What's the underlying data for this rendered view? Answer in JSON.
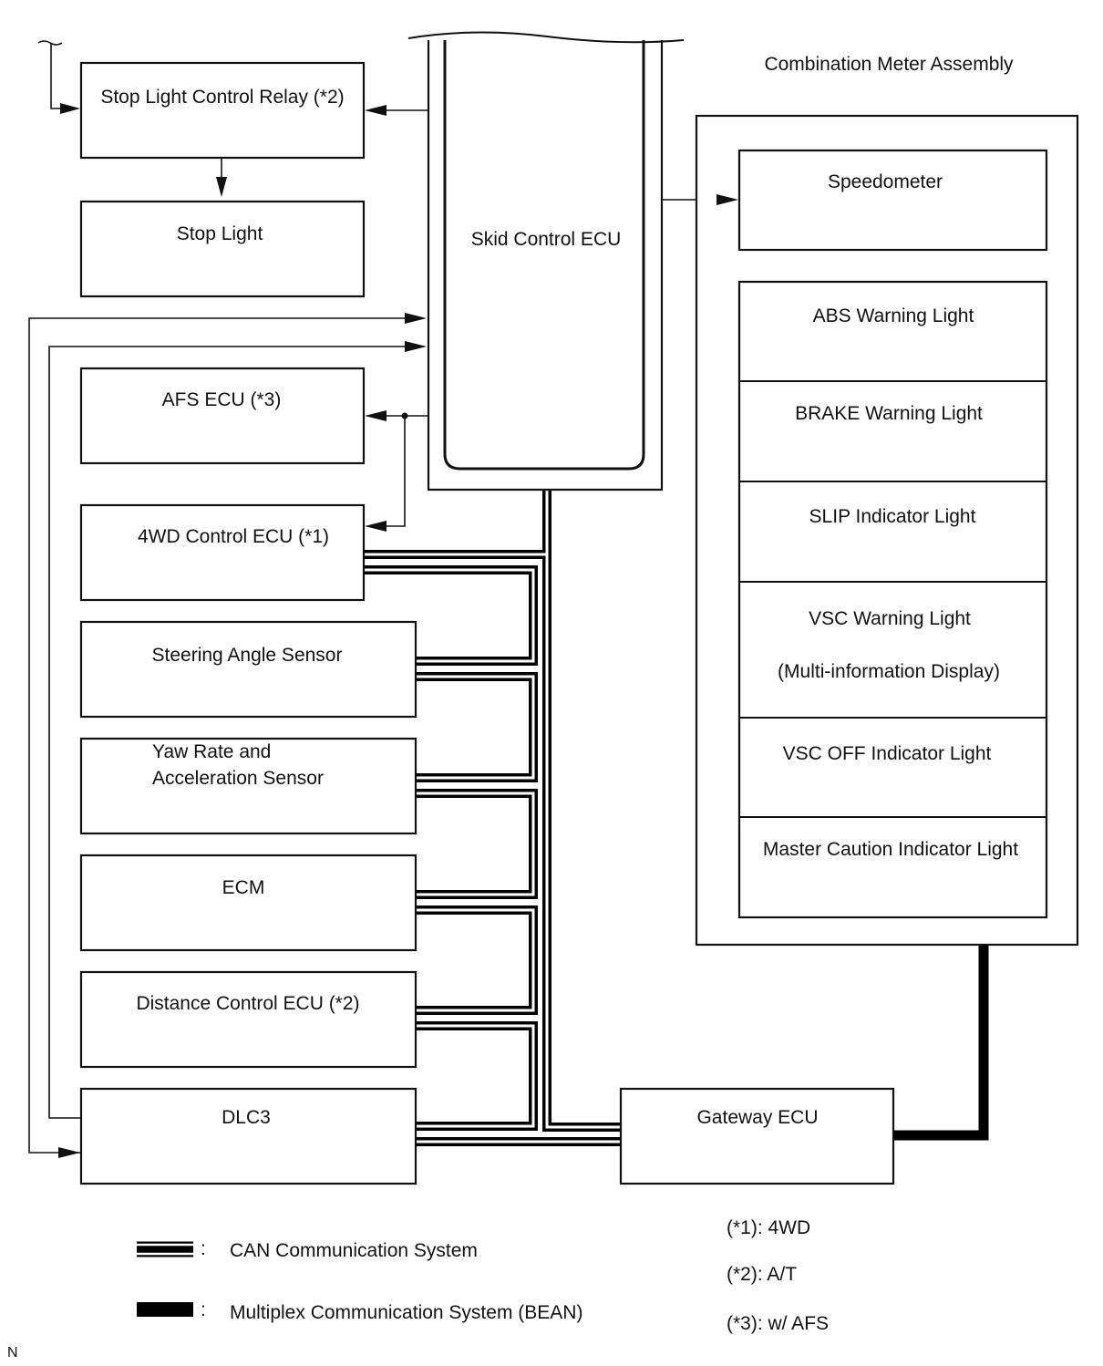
{
  "diagram": {
    "combination_meter_title": "Combination Meter Assembly",
    "skid_control_ecu": "Skid Control ECU",
    "stop_light_control_relay": "Stop Light Control Relay (*2)",
    "stop_light": "Stop Light",
    "afs_ecu": "AFS ECU (*3)",
    "fwd_control_ecu": "4WD Control ECU (*1)",
    "steering_angle_sensor": "Steering Angle Sensor",
    "yaw_rate_line1": "Yaw Rate and",
    "yaw_rate_line2": "Acceleration Sensor",
    "ecm": "ECM",
    "distance_control_ecu": "Distance Control ECU (*2)",
    "dlc3": "DLC3",
    "gateway_ecu": "Gateway ECU",
    "speedometer": "Speedometer",
    "abs_warning_light": "ABS Warning Light",
    "brake_warning_light": "BRAKE Warning Light",
    "slip_indicator_light": "SLIP Indicator Light",
    "vsc_warning_light": "VSC Warning Light",
    "vsc_warning_light_sub": "(Multi-information Display)",
    "vsc_off_indicator_light": "VSC OFF Indicator Light",
    "master_caution_indicator_light": "Master Caution Indicator Light"
  },
  "legend": {
    "separator": ":",
    "can": "CAN Communication System",
    "bean": "Multiplex Communication System (BEAN)"
  },
  "notes": {
    "note1": "(*1): 4WD",
    "note2": "(*2): A/T",
    "note3": "(*3): w/ AFS"
  },
  "corner_mark": "N"
}
